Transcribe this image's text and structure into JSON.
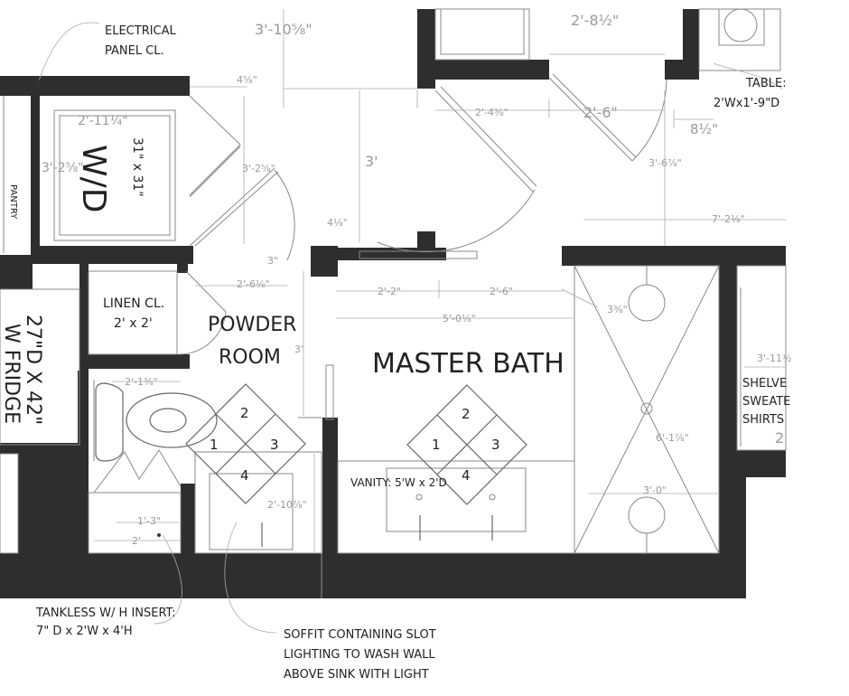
{
  "labels": {
    "electrical": [
      "ELECTRICAL",
      "PANEL CL."
    ],
    "table": [
      "TABLE:",
      "2'Wx1'-9\"D"
    ],
    "wd": "W/D",
    "wd_size": "31\" x 31\"",
    "pantry": "PANTRY",
    "linen": [
      "LINEN CL.",
      "2' x 2'"
    ],
    "powder": [
      "POWDER",
      "ROOM"
    ],
    "master": "MASTER BATH",
    "fridge": [
      "27\"D X 42\"",
      "W FRIDGE"
    ],
    "shelves": [
      "SHELVE",
      "SWEATE",
      "SHIRTS"
    ],
    "vanity": "VANITY: 5'W x 2'D",
    "tankless": [
      "TANKLESS W/ H  INSERT:",
      "7\" D x 2'W x 4'H"
    ],
    "soffit": [
      "SOFFIT CONTAINING SLOT",
      "LIGHTING TO WASH WALL",
      "ABOVE SINK WITH LIGHT"
    ],
    "tile_numbers": [
      "1",
      "2",
      "3",
      "4"
    ]
  },
  "dimensions": {
    "d_3_10": "3'-10⅝\"",
    "d_2_8": "2'-8½\"",
    "d_4_5_8": "4⅝\"",
    "d_2_11": "2'-11¼\"",
    "d_3_2": "3'-2⅝\"",
    "d_3_2b": "3'-2⅝\"",
    "d_2_4": "2'-4⅜\"",
    "d_2_6a": "2'-6\"",
    "d_8_5": "8½\"",
    "d_3a": "3'",
    "d_3_6": "3'-6⅞\"",
    "d_4_1": "4⅛\"",
    "d_7_2": "7'-2⅛\"",
    "d_3b": "3\"",
    "d_2_6_1": "2'-6⅛\"",
    "d_2_2": "2'-2\"",
    "d_2_6b": "2'-6\"",
    "d_5_0": "5'-0⅛\"",
    "d_3_3": "3⅜\"",
    "d_3c": "3'",
    "d_2_1": "2'-1⅜\"",
    "d_3_11": "3'-11½",
    "d_6_1": "6'-1⅞\"",
    "d_2_10": "2'-10⅞\"",
    "d_1_3": "1'-3\"",
    "d_2": "2'",
    "d_3_0": "3'-0\"",
    "d_2d": "2"
  }
}
